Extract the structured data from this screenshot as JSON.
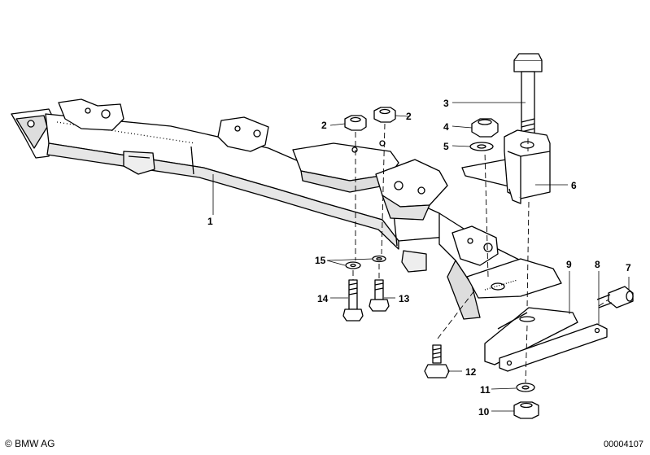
{
  "callouts": [
    {
      "id": "c1",
      "label": "1"
    },
    {
      "id": "c2a",
      "label": "2"
    },
    {
      "id": "c2b",
      "label": "2"
    },
    {
      "id": "c3",
      "label": "3"
    },
    {
      "id": "c4",
      "label": "4"
    },
    {
      "id": "c5",
      "label": "5"
    },
    {
      "id": "c6",
      "label": "6"
    },
    {
      "id": "c7",
      "label": "7"
    },
    {
      "id": "c8",
      "label": "8"
    },
    {
      "id": "c9",
      "label": "9"
    },
    {
      "id": "c10",
      "label": "10"
    },
    {
      "id": "c11",
      "label": "11"
    },
    {
      "id": "c12",
      "label": "12"
    },
    {
      "id": "c13",
      "label": "13"
    },
    {
      "id": "c14",
      "label": "14"
    },
    {
      "id": "c15",
      "label": "15"
    }
  ],
  "footer": {
    "copyright": "© BMW AG",
    "doc_number": "00004107"
  }
}
